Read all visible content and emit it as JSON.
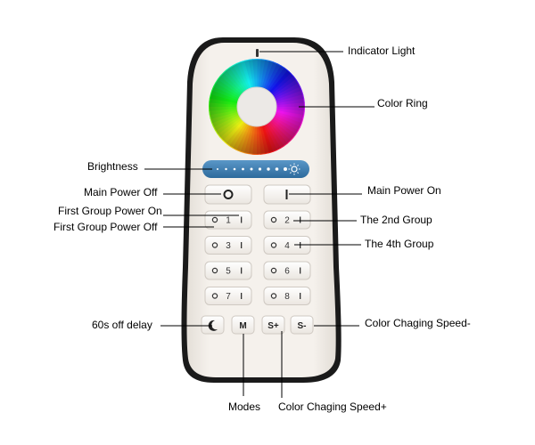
{
  "labels": {
    "indicator_light": "Indicator Light",
    "color_ring": "Color Ring",
    "brightness": "Brightness",
    "main_power_off": "Main Power Off",
    "main_power_on": "Main Power On",
    "first_group_power_on": "First Group Power On",
    "first_group_power_off": "First Group Power Off",
    "second_group": "The 2nd Group",
    "fourth_group": "The 4th Group",
    "off_delay": "60s off delay",
    "speed_minus": "Color Chaging Speed-",
    "modes": "Modes",
    "speed_plus": "Color Chaging Speed+"
  },
  "buttons": {
    "group_1": "1",
    "group_2": "2",
    "group_3": "3",
    "group_4": "4",
    "group_5": "5",
    "group_6": "6",
    "group_7": "7",
    "group_8": "8",
    "modes": "M",
    "speed_plus": "S+",
    "speed_minus": "S-"
  },
  "icons": {
    "power_off": "circle-icon",
    "power_on": "bar-icon",
    "delay": "moon-icon",
    "brightness": "sun-icon"
  },
  "colors": {
    "remote_body": "#f3efea",
    "remote_border": "#1a1a1a",
    "slider": "#3f7fb3"
  }
}
